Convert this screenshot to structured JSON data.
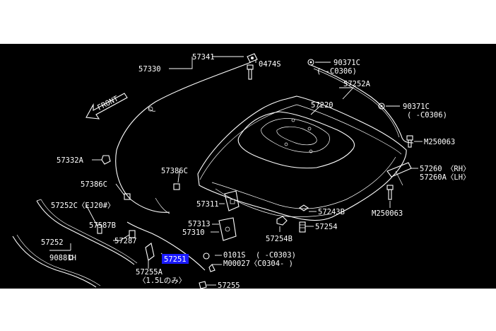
{
  "diagram": {
    "background": "#000000",
    "line_color": "#ffffff",
    "highlight_color": "#1a1aff",
    "highlighted_part": "57251",
    "labels": {
      "p57341": "57341",
      "p57330": "57330",
      "p0474s": "0474S",
      "p90371c_a": "90371C",
      "range_a": "(    -C0306)",
      "p57252a": "57252A",
      "front": "FRONT",
      "p57220": "57220",
      "p90371c_b": "90371C",
      "range_b": "(    -C0306)",
      "pm250063_a": "M250063",
      "p57332a": "57332A",
      "p57386c_a": "57386C",
      "p57260": "57260 〈RH〉",
      "p57260a": "57260A〈LH〉",
      "p57386c_b": "57386C",
      "p57311": "57311",
      "p57243b": "57243B",
      "p57252c": "57252C〈EJ20#〉",
      "pm250063_b": "M250063",
      "p57587b": "57587B",
      "p57313": "57313",
      "p57254": "57254",
      "p57310": "57310",
      "p57287": "57287",
      "p57254b": "57254B",
      "p57252": "57252",
      "p0101s": "0101S",
      "range_c": "(    -C0303)",
      "p90881h": "90881H",
      "p57251": "57251",
      "pm00027": "M00027〈C0304-    )",
      "p57255a": "57255A",
      "note_15l": "〈1.5Lのみ〉",
      "p57255": "57255"
    }
  }
}
